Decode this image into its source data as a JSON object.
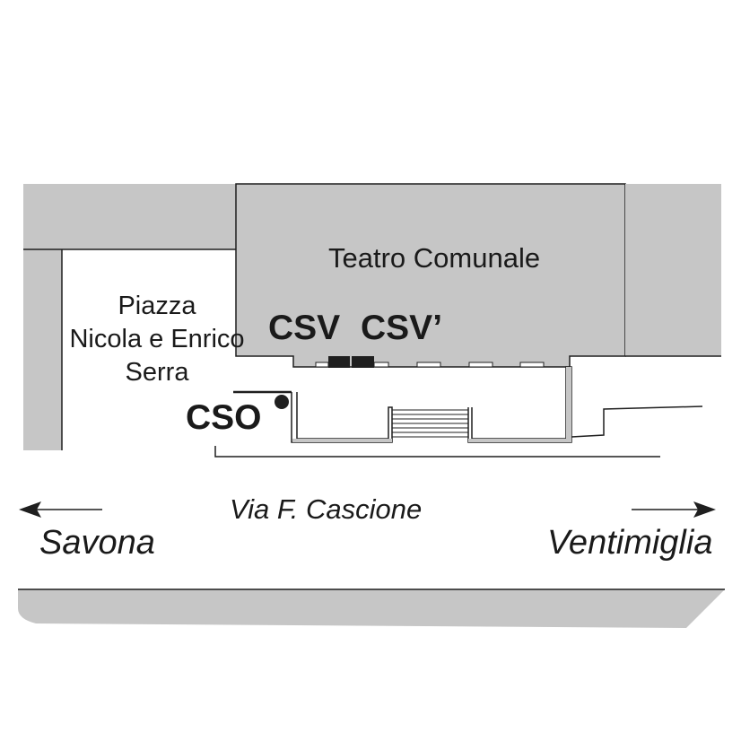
{
  "map": {
    "colors": {
      "building": "#c6c6c6",
      "line": "#1f1f1f",
      "background": "#ffffff"
    },
    "labels": {
      "theatre": "Teatro Comunale",
      "piazza_line1": "Piazza",
      "piazza_line2": "Nicola e Enrico",
      "piazza_line3": "Serra",
      "csv": "CSV",
      "csv_prime": "CSV’",
      "cso": "CSO",
      "street": "Via F. Cascione",
      "west_direction": "Savona",
      "east_direction": "Ventimiglia"
    },
    "icons": {
      "west": "arrow-left-icon",
      "east": "arrow-right-icon",
      "cso_marker": "dot-marker-icon",
      "csv_marker": "rectangle-marker-icon"
    }
  }
}
